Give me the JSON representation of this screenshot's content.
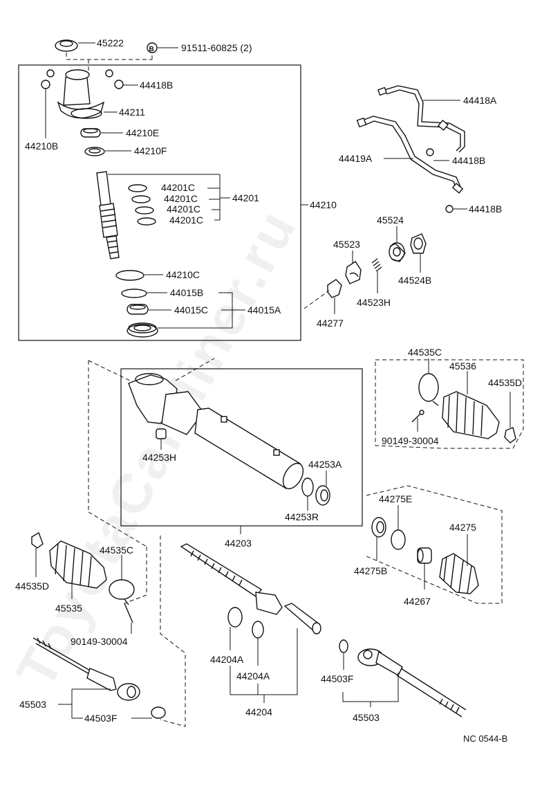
{
  "watermark": "ToyotaCarMiner.ru",
  "diagram_code": "NC 0544-B",
  "labels": {
    "p45222": "45222",
    "p91511": "91511-60825 (2)",
    "callout_b": "B",
    "p44418B_a": "44418B",
    "p44211": "44211",
    "p44210E": "44210E",
    "p44210B": "44210B",
    "p44210F": "44210F",
    "p44201C_1": "44201C",
    "p44201C_2": "44201C",
    "p44201C_3": "44201C",
    "p44201C_4": "44201C",
    "p44201": "44201",
    "p44210": "44210",
    "p44210C": "44210C",
    "p44015B": "44015B",
    "p44015C": "44015C",
    "p44015A": "44015A",
    "p44418A": "44418A",
    "p44419A": "44419A",
    "p44418B_b": "44418B",
    "p44418B_c": "44418B",
    "p45524": "45524",
    "p45523": "45523",
    "p44524B": "44524B",
    "p44523H": "44523H",
    "p44277": "44277",
    "p44535C_a": "44535C",
    "p45536": "45536",
    "p44535D": "44535D",
    "p90149_a": "90149-30004",
    "p44253H": "44253H",
    "p44253A": "44253A",
    "p44253R": "44253R",
    "p44203": "44203",
    "p44275E": "44275E",
    "p44275": "44275",
    "p44275B": "44275B",
    "p44267": "44267",
    "p44535C_b": "44535C",
    "p44535D_b": "44535D",
    "p45535": "45535",
    "p90149_b": "90149-30004",
    "p44204A_1": "44204A",
    "p44204A_2": "44204A",
    "p44204": "44204",
    "p44503F_a": "44503F",
    "p45503_a": "45503",
    "p44503F_b": "44503F",
    "p45503_b": "45503"
  }
}
